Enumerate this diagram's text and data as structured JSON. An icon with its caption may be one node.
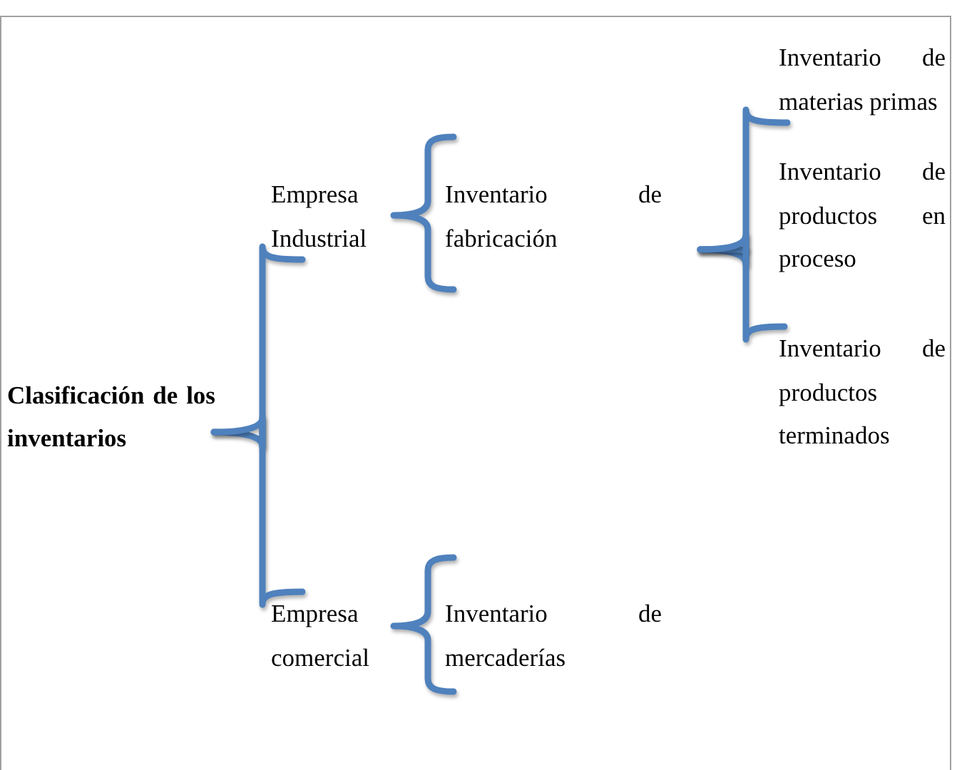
{
  "diagram": {
    "nodes": [
      {
        "text": [
          "Clasificación de los inventarios"
        ]
      },
      {
        "text": [
          "Empresa Industrial"
        ]
      },
      {
        "text": [
          "Inventario de fabricación"
        ]
      },
      {
        "text": [
          "Inventario de materias primas"
        ]
      },
      {
        "text": [
          "Inventario de productos en proceso"
        ]
      },
      {
        "text": [
          "Inventario de productos terminados"
        ]
      },
      {
        "text": [
          "Empresa comercial"
        ]
      },
      {
        "text": [
          "Inventario de mercaderías"
        ]
      }
    ],
    "edges": [
      {
        "from": 0,
        "to": 1,
        "arrow": "none"
      },
      {
        "from": 0,
        "to": 6,
        "arrow": "none"
      },
      {
        "from": 1,
        "to": 2,
        "arrow": "none"
      },
      {
        "from": 2,
        "to": 3,
        "arrow": "none"
      },
      {
        "from": 2,
        "to": 4,
        "arrow": "none"
      },
      {
        "from": 2,
        "to": 5,
        "arrow": "none"
      },
      {
        "from": 6,
        "to": 7,
        "arrow": "none"
      }
    ]
  }
}
